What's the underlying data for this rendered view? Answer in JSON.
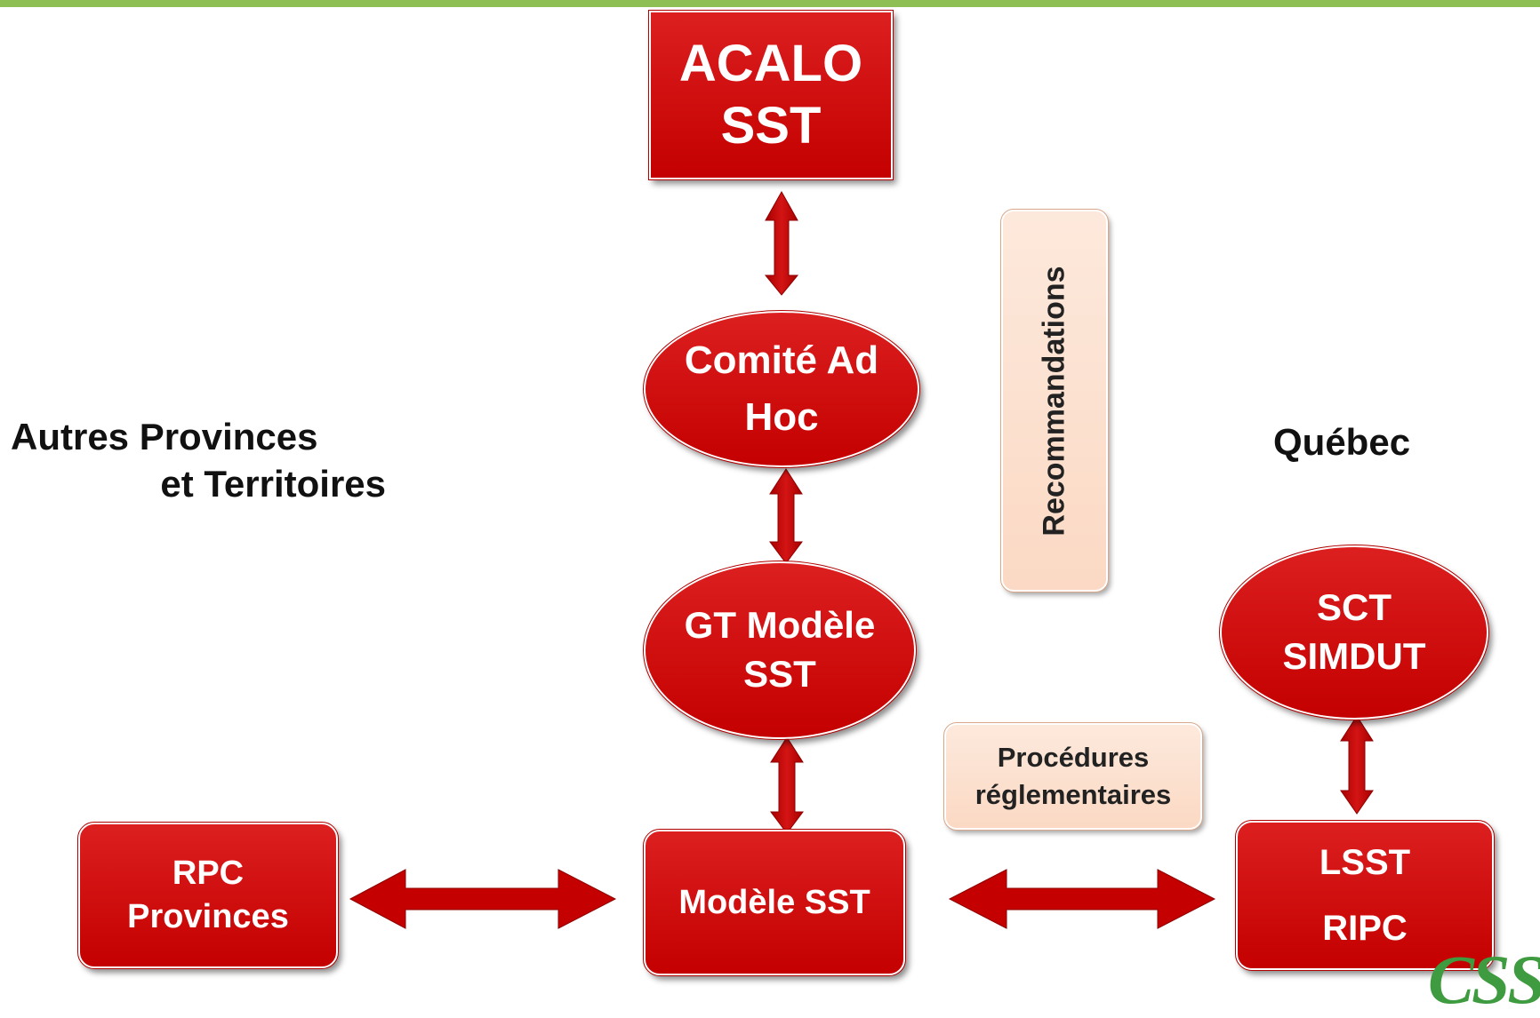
{
  "nodes": {
    "acalo": {
      "line1": "ACALO",
      "line2": "SST"
    },
    "comite": {
      "line1": "Comité Ad",
      "line2": "Hoc"
    },
    "gt_modele": {
      "line1": "GT Modèle",
      "line2": "SST"
    },
    "modele_sst": {
      "label": "Modèle SST"
    },
    "rpc": {
      "line1": "RPC",
      "line2": "Provinces"
    },
    "lsst": {
      "line1": "LSST",
      "line2": "RIPC"
    },
    "sct": {
      "line1": "SCT",
      "line2": "SIMDUT"
    }
  },
  "labels": {
    "autres_line1": "Autres Provinces",
    "autres_line2": "et Territoires",
    "quebec": "Québec"
  },
  "notes": {
    "recommandations": "Recommandations",
    "procedures_line1": "Procédures",
    "procedures_line2": "réglementaires"
  },
  "logo": {
    "text": "CSST"
  },
  "colors": {
    "node_red": "#c40000",
    "arrow_red": "#c40000",
    "note_fill": "#fbd9c4",
    "top_bar": "#8dbf55",
    "logo_green": "#3f9b3f"
  }
}
